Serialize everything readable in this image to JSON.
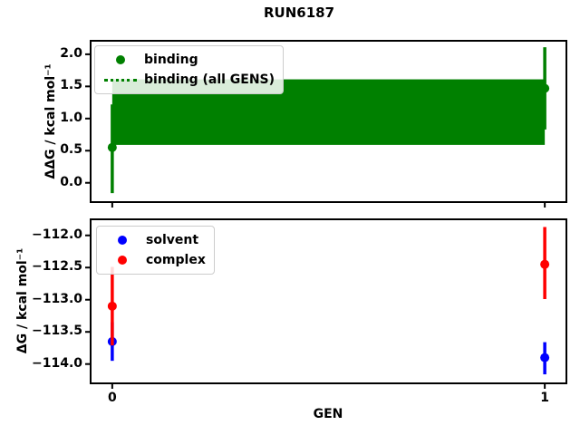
{
  "figure": {
    "title": "RUN6187",
    "xlabel": "GEN",
    "background_color": "#ffffff",
    "spine_color": "#000000"
  },
  "chart_data": [
    {
      "id": "binding-plot",
      "type": "scatter",
      "ylabel": "ΔΔG / kcal mol⁻¹",
      "ylim": [
        -0.3,
        2.21
      ],
      "xlim": [
        -0.05,
        1.05
      ],
      "grid": false,
      "legend_position": "upper left",
      "yticks": [
        {
          "v": 2.0,
          "label": "2.0"
        },
        {
          "v": 1.5,
          "label": "1.5"
        },
        {
          "v": 1.0,
          "label": "1.0"
        },
        {
          "v": 0.5,
          "label": "0.5"
        },
        {
          "v": 0.0,
          "label": "0.0"
        }
      ],
      "xticks": [
        {
          "v": 0,
          "label": "0"
        },
        {
          "v": 1,
          "label": "1"
        }
      ],
      "show_x_tick_labels": false,
      "legend": [
        {
          "label": "binding",
          "glyph": "dot",
          "color": "#008000"
        },
        {
          "label": "binding (all GENS)",
          "glyph": "dotted-line",
          "color": "#008000"
        }
      ],
      "band": {
        "name": "binding (all GENS)",
        "color": "#008000",
        "x_range": [
          0,
          1
        ],
        "lo": 0.59,
        "hi": 1.61,
        "center": 1.1
      },
      "series": [
        {
          "name": "binding",
          "color": "#008000",
          "points": [
            {
              "x": 0,
              "y": 0.55,
              "err_lo": -0.16,
              "err_hi": 1.22
            },
            {
              "x": 1,
              "y": 1.47,
              "err_lo": 0.83,
              "err_hi": 2.11
            }
          ]
        }
      ]
    },
    {
      "id": "dg-plot",
      "type": "scatter",
      "ylabel": "ΔG / kcal mol⁻¹",
      "ylim": [
        -114.3,
        -111.75
      ],
      "xlim": [
        -0.05,
        1.05
      ],
      "grid": false,
      "legend_position": "upper left",
      "yticks": [
        {
          "v": -112.0,
          "label": "−112.0"
        },
        {
          "v": -112.5,
          "label": "−112.5"
        },
        {
          "v": -113.0,
          "label": "−113.0"
        },
        {
          "v": -113.5,
          "label": "−113.5"
        },
        {
          "v": -114.0,
          "label": "−114.0"
        }
      ],
      "xticks": [
        {
          "v": 0,
          "label": "0"
        },
        {
          "v": 1,
          "label": "1"
        }
      ],
      "show_x_tick_labels": true,
      "legend": [
        {
          "label": "solvent",
          "glyph": "dot",
          "color": "#0000ff"
        },
        {
          "label": "complex",
          "glyph": "dot",
          "color": "#ff0000"
        }
      ],
      "series": [
        {
          "name": "solvent",
          "color": "#0000ff",
          "points": [
            {
              "x": 0,
              "y": -113.65,
              "err_lo": -113.95,
              "err_hi": -113.35
            },
            {
              "x": 1,
              "y": -113.9,
              "err_lo": -114.16,
              "err_hi": -113.66
            }
          ]
        },
        {
          "name": "complex",
          "color": "#ff0000",
          "points": [
            {
              "x": 0,
              "y": -113.1,
              "err_lo": -113.71,
              "err_hi": -112.49
            },
            {
              "x": 1,
              "y": -112.45,
              "err_lo": -112.99,
              "err_hi": -111.87
            }
          ]
        }
      ]
    }
  ]
}
